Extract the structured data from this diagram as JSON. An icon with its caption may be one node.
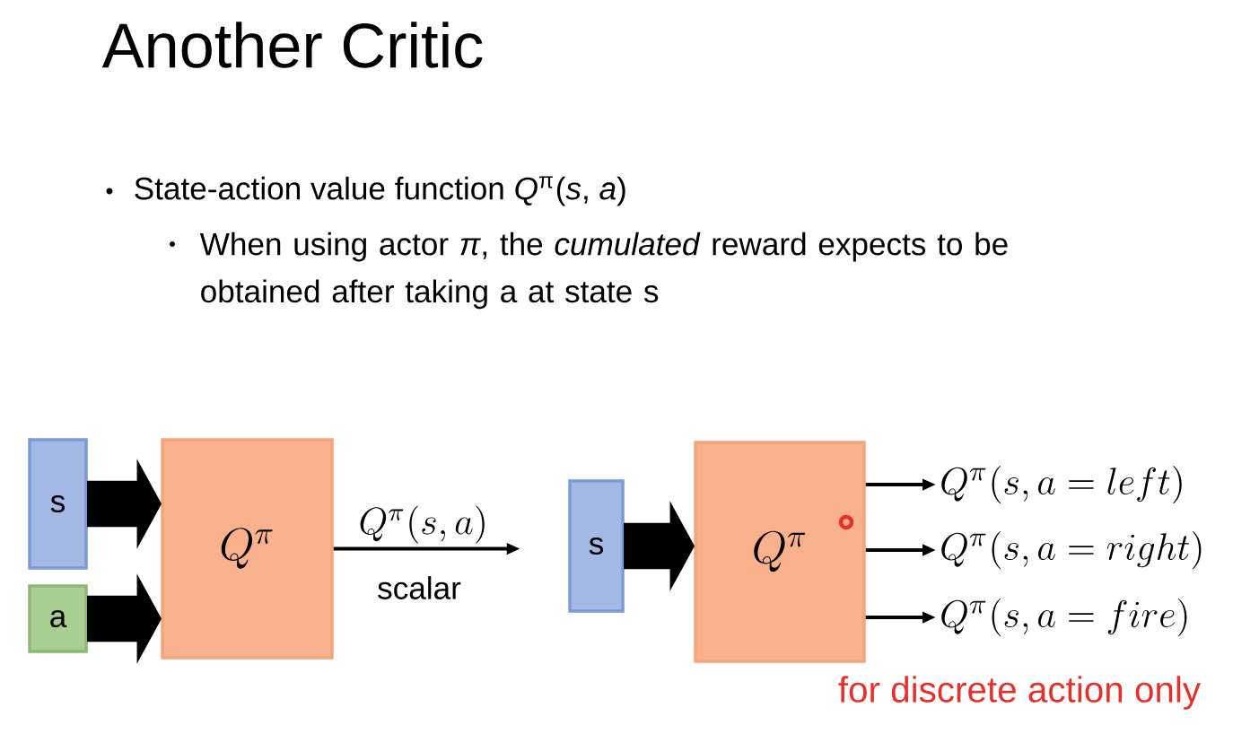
{
  "diagram": {
    "title": "Another Critic",
    "nodes": [
      {
        "text": [
          "s"
        ]
      },
      {
        "text": [
          "a"
        ]
      },
      {
        "text": [
          "Q^{\\pi}"
        ]
      },
      {
        "text": [
          "s"
        ]
      },
      {
        "text": [
          "Q^{\\pi}"
        ]
      },
      {
        "text": [
          "Q^{\\pi}(s,a=left)"
        ]
      },
      {
        "text": [
          "Q^{\\pi}(s,a=right)"
        ]
      },
      {
        "text": [
          "Q^{\\pi}(s,a=fire)"
        ]
      }
    ],
    "edges": [
      {
        "from": 0,
        "to": 2,
        "arrow": "to",
        "style": "thick"
      },
      {
        "from": 1,
        "to": 2,
        "arrow": "to",
        "style": "thick"
      },
      {
        "from": 3,
        "to": 4,
        "arrow": "to",
        "style": "thick"
      },
      {
        "from": 2,
        "to": null,
        "arrow": "to",
        "label": "Q^{\\pi}(s,a)"
      },
      {
        "from": 4,
        "to": 5,
        "arrow": "to"
      },
      {
        "from": 4,
        "to": 6,
        "arrow": "to"
      },
      {
        "from": 4,
        "to": 7,
        "arrow": "to"
      }
    ],
    "labels": [
      "State-action value function *Q*$^{π}$(*s*, *a*)",
      "When using actor *π*, the *cumulated* reward expects to be obtained after taking a at state s",
      "scalar",
      "for discrete action only"
    ]
  }
}
